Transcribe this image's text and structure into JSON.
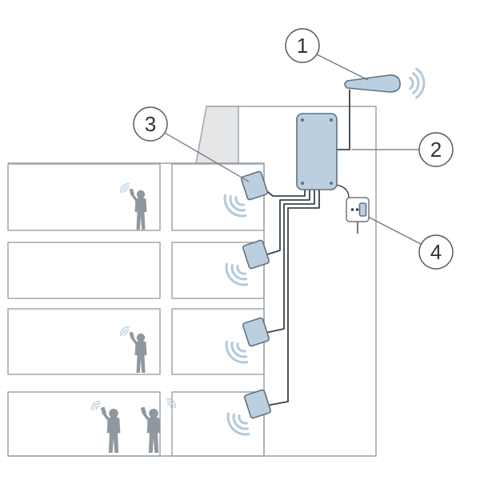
{
  "figure": {
    "type": "technical-diagram",
    "description": "Cellular signal booster system installed in a multi-floor building",
    "callouts": [
      {
        "label": "1",
        "target": "outdoor-donor-antenna"
      },
      {
        "label": "2",
        "target": "signal-booster-unit"
      },
      {
        "label": "3",
        "target": "indoor-panel-antenna"
      },
      {
        "label": "4",
        "target": "power-outlet"
      }
    ],
    "components": [
      {
        "number": "1",
        "name": "outdoor-antenna-icon"
      },
      {
        "number": "2",
        "name": "booster-amplifier-icon"
      },
      {
        "number": "3",
        "name": "indoor-antenna-icon"
      },
      {
        "number": "4",
        "name": "power-outlet-icon"
      }
    ],
    "colors": {
      "background": "#ffffff",
      "device_fill": "#bccfdf",
      "device_stroke": "#5d7284",
      "building_line": "#9aa1a8",
      "roof_fill": "#e4e6e8",
      "cable": "#39424b",
      "wave": "#b3c9da",
      "person": "#90989f",
      "callout_stroke": "#555a5f",
      "callout_text": "#333333"
    }
  }
}
